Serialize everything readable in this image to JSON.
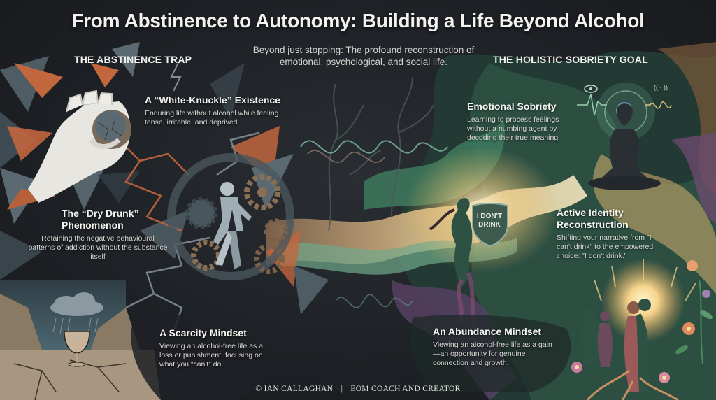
{
  "title": "From Abstinence to Autonomy: Building a Life Beyond Alcohol",
  "subtitle": "Beyond just stopping: The profound reconstruction of emotional, psychological, and social life.",
  "left": {
    "heading": "THE ABSTINENCE TRAP",
    "items": [
      {
        "title": "A “White-Knuckle” Existence",
        "description": "Enduring life without alcohol while feeling tense, irritable, and deprived.",
        "icon": "clenched-fist-icon"
      },
      {
        "title": "The “Dry Drunk” Phenomenon",
        "description": "Retaining the negative behavioural patterns of addiction without the substance itself",
        "icon": "gear-figure-icon"
      },
      {
        "title": "A Scarcity Mindset",
        "description": "Viewing an alcohol-free life as a loss or punishment, focusing on what you “can't” do.",
        "icon": "empty-chalice-icon"
      }
    ]
  },
  "right": {
    "heading": "THE HOLISTIC SOBRIETY GOAL",
    "items": [
      {
        "title": "Emotional Sobriety",
        "description": "Learning to process feelings without a numbing agent by decoding their true meaning.",
        "icon": "meditating-figure-icon"
      },
      {
        "title": "Active Identity Reconstruction",
        "description": "Shifting your narrative from \"I can't drink\" to the empowered choice: \"I don't drink.\"",
        "icon": "shield-icon"
      },
      {
        "title": "An Abundance Mindset",
        "description": "Viewing an alcohol-free life as a gain—an opportunity for genuine connection and growth.",
        "icon": "embracing-couple-icon"
      }
    ]
  },
  "shield": {
    "line1": "I DON'T",
    "line2": "DRINK"
  },
  "footer": {
    "author": "© IAN CALLAGHAN",
    "separator": "|",
    "role": "EOM COACH AND CREATOR"
  },
  "colors": {
    "background": "#1c1f24",
    "rust": "#c2663e",
    "slate": "#5b6a72",
    "green": "#3e7a5e",
    "gold": "#e8c07a",
    "purple": "#6b4a6e"
  }
}
